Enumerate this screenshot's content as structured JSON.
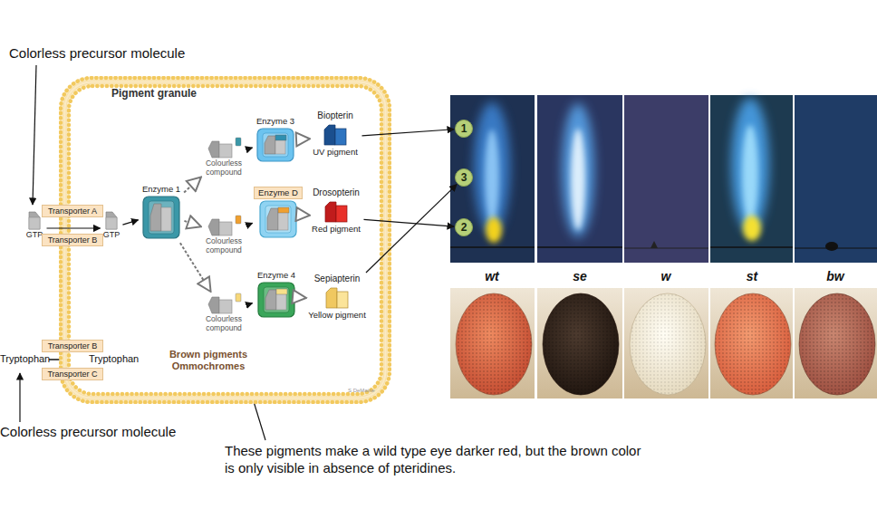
{
  "diagram": {
    "nodes": [
      {
        "text": [
          "GTP"
        ]
      },
      {
        "text": [
          "Transporter A"
        ]
      },
      {
        "text": [
          "Transporter B"
        ]
      },
      {
        "text": [
          "Pigment granule"
        ]
      },
      {
        "text": [
          "GTP"
        ],
        "in": 3
      },
      {
        "text": [
          "Enzyme 1"
        ],
        "in": 3
      },
      {
        "text": [
          "Colourless compound"
        ],
        "in": 3
      },
      {
        "text": [
          "Enzyme 3"
        ],
        "in": 3
      },
      {
        "text": [
          "Biopterin",
          "UV pigment"
        ],
        "in": 3
      },
      {
        "text": [
          "Colourless compound"
        ],
        "in": 3
      },
      {
        "text": [
          "Enzyme D"
        ],
        "in": 3
      },
      {
        "text": [
          "Drosopterin",
          "Red pigment"
        ],
        "in": 3
      },
      {
        "text": [
          "Colourless compound"
        ],
        "in": 3
      },
      {
        "text": [
          "Enzyme 4"
        ],
        "in": 3
      },
      {
        "text": [
          "Sepiapterin",
          "Yellow pigment"
        ],
        "in": 3
      },
      {
        "text": [
          "Transporter B"
        ]
      },
      {
        "text": [
          "Transporter C"
        ]
      },
      {
        "text": [
          "1"
        ]
      },
      {
        "text": [
          "3"
        ]
      },
      {
        "text": [
          "2"
        ]
      }
    ],
    "edges": [
      {
        "from": 0,
        "to": 4,
        "arrow": "to"
      },
      {
        "from": 4,
        "to": 5,
        "arrow": "to"
      },
      {
        "from": 5,
        "to": 6,
        "arrow": "to"
      },
      {
        "from": 5,
        "to": 9,
        "arrow": "to"
      },
      {
        "from": 5,
        "to": 12,
        "arrow": "to"
      },
      {
        "from": 6,
        "to": 7,
        "arrow": "to"
      },
      {
        "from": 9,
        "to": 10,
        "arrow": "to"
      },
      {
        "from": 12,
        "to": 13,
        "arrow": "to"
      },
      {
        "from": 7,
        "to": 8,
        "arrow": "to"
      },
      {
        "from": 10,
        "to": 11,
        "arrow": "to"
      },
      {
        "from": 13,
        "to": 14,
        "arrow": "to"
      },
      {
        "from": 8,
        "to": 17,
        "arrow": "to"
      },
      {
        "from": 14,
        "to": 18,
        "arrow": "to"
      },
      {
        "from": 11,
        "to": 19,
        "arrow": "to"
      }
    ],
    "labels": [
      "Colorless precursor molecule",
      "Tryptophan",
      "Tryptophan",
      "Brown pigments Ommochromes",
      "S DeMaine",
      "Colorless precursor molecule",
      "These pigments make a wild type eye darker red, but the brown color is only visible in absence of pteridines.",
      "wt",
      "se",
      "w",
      "st",
      "bw"
    ]
  }
}
